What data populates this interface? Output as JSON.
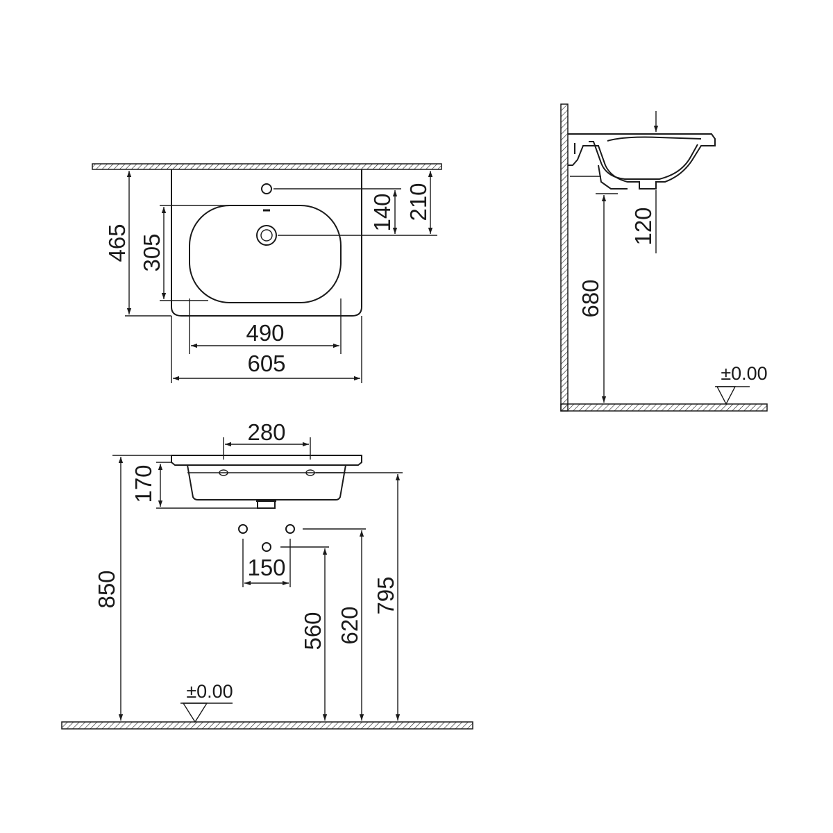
{
  "top_view": {
    "dim_overall_depth": "465",
    "dim_bowl_depth": "305",
    "dim_tap_to_drain": "140",
    "dim_wall_to_drain": "210",
    "dim_bowl_width": "490",
    "dim_overall_width": "605"
  },
  "side_view": {
    "dim_drain_depth": "120",
    "dim_drain_height": "680",
    "floor_level": "±0.00"
  },
  "front_view": {
    "dim_bracket_spacing": "280",
    "dim_basin_height": "170",
    "dim_supply_spacing": "150",
    "dim_drain_outlet_height": "560",
    "dim_supply_height": "620",
    "dim_bracket_height": "795",
    "dim_rim_height": "850",
    "floor_level": "±0.00"
  }
}
